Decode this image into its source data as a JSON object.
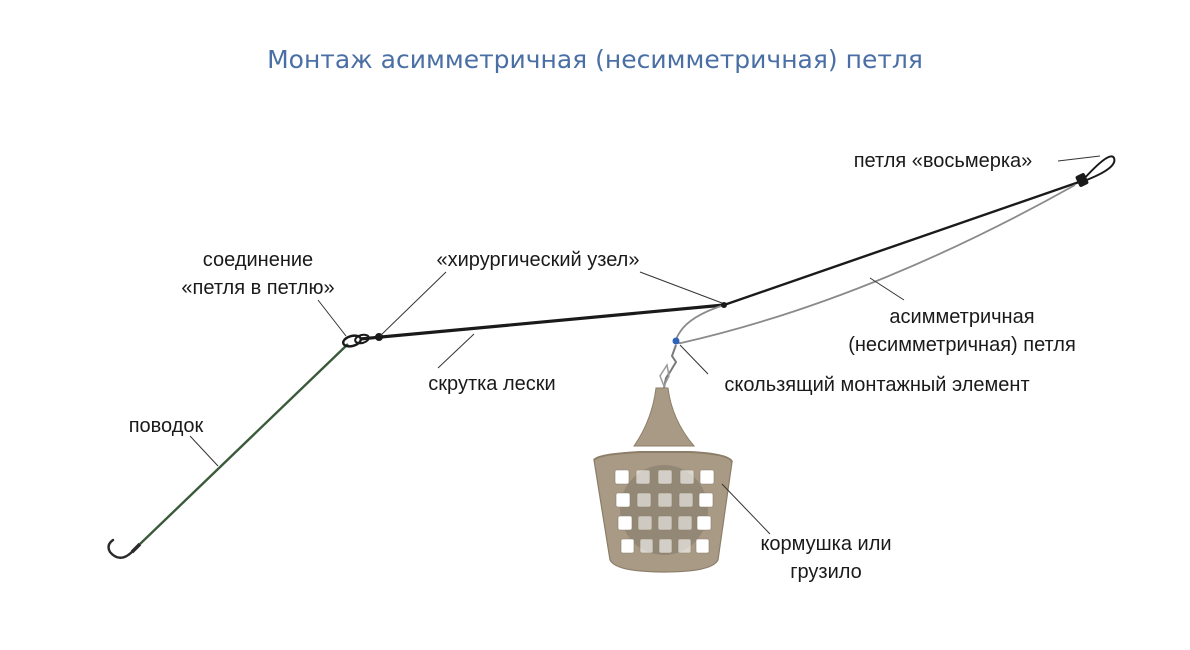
{
  "title": "Монтаж асимметричная (несимметричная) петля",
  "labels": {
    "loop_to_loop_line1": "соединение",
    "loop_to_loop_line2": "«петля в петлю»",
    "surgeon_knot": "«хирургический узел»",
    "figure_eight_loop": "петля «восьмерка»",
    "asym_loop_line1": "асимметричная",
    "asym_loop_line2": "(несимметричная) петля",
    "line_twist": "скрутка лески",
    "sliding_element": "скользящий монтажный элемент",
    "leader": "поводок",
    "feeder_line1": "кормушка или",
    "feeder_line2": "грузило"
  },
  "colors": {
    "title": "#4a6fa5",
    "main_line": "#1a1a1a",
    "leader_line": "#3a5a3a",
    "loop_line": "#8a8a8a",
    "feeder": "#a89a84",
    "feeder_dark": "#8c7e68",
    "sliding_bead": "#2e63b8"
  }
}
